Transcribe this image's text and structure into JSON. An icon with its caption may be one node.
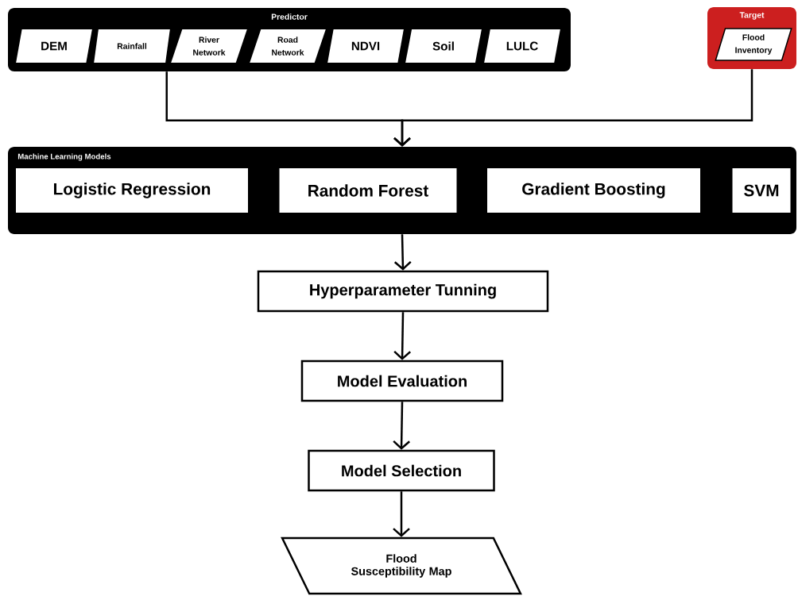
{
  "diagram": {
    "nodes": [
      {
        "text": [
          "Predictor"
        ]
      },
      {
        "text": [
          "DEM"
        ],
        "in": 0
      },
      {
        "text": [
          "Rainfall"
        ],
        "in": 0
      },
      {
        "text": [
          "River Network"
        ],
        "in": 0
      },
      {
        "text": [
          "Road Network"
        ],
        "in": 0
      },
      {
        "text": [
          "NDVI"
        ],
        "in": 0
      },
      {
        "text": [
          "Soil"
        ],
        "in": 0
      },
      {
        "text": [
          "LULC"
        ],
        "in": 0
      },
      {
        "text": [
          "Target"
        ]
      },
      {
        "text": [
          "Flood Inventory"
        ],
        "in": 8
      },
      {
        "text": [
          "Machine Learning Models"
        ]
      },
      {
        "text": [
          "Logistic Regression"
        ],
        "in": 10
      },
      {
        "text": [
          "Random Forest"
        ],
        "in": 10
      },
      {
        "text": [
          "Gradient Boosting"
        ],
        "in": 10
      },
      {
        "text": [
          "SVM"
        ],
        "in": 10
      },
      {
        "text": [
          "Hyperparameter Tunning"
        ]
      },
      {
        "text": [
          "Model Evaluation"
        ]
      },
      {
        "text": [
          "Model Selection"
        ]
      },
      {
        "text": [
          "Flood Susceptibility Map"
        ]
      }
    ],
    "edges": [
      {
        "from": 0,
        "to": 10,
        "arrow": "to"
      },
      {
        "from": 8,
        "to": 10,
        "arrow": "to"
      },
      {
        "from": 10,
        "to": 15,
        "arrow": "to"
      },
      {
        "from": 15,
        "to": 16,
        "arrow": "to"
      },
      {
        "from": 16,
        "to": 17,
        "arrow": "to"
      },
      {
        "from": 17,
        "to": 18,
        "arrow": "to"
      }
    ]
  }
}
